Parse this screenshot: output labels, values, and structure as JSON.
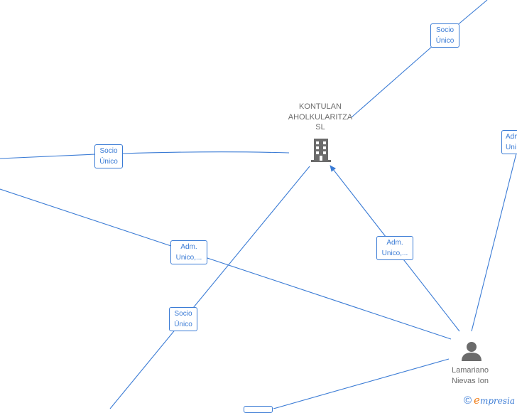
{
  "nodes": {
    "company": {
      "name_lines": [
        "KONTULAN",
        "AHOLKULARITZA",
        "SL"
      ],
      "icon": "building-icon",
      "color": "#6b6b6b"
    },
    "person": {
      "name_lines": [
        "Lamariano",
        "Nievas Ion"
      ],
      "icon": "person-icon",
      "color": "#6b6b6b"
    }
  },
  "relations": [
    {
      "id": "socio-top",
      "lines": [
        "Socio",
        "Único"
      ]
    },
    {
      "id": "socio-left",
      "lines": [
        "Socio",
        "Único"
      ]
    },
    {
      "id": "adm-left",
      "lines": [
        "Adm.",
        "Unico,..."
      ]
    },
    {
      "id": "adm-center",
      "lines": [
        "Adm.",
        "Unico,..."
      ]
    },
    {
      "id": "socio-bottom",
      "lines": [
        "Socio",
        "Único"
      ]
    },
    {
      "id": "adm-right-partial",
      "lines": [
        "Adm",
        "Uni"
      ]
    }
  ],
  "brand": {
    "copyright": "©",
    "e": "e",
    "rest": "mpresia"
  },
  "colors": {
    "edge": "#3a7bd5",
    "brand_accent": "#f07e1b"
  }
}
